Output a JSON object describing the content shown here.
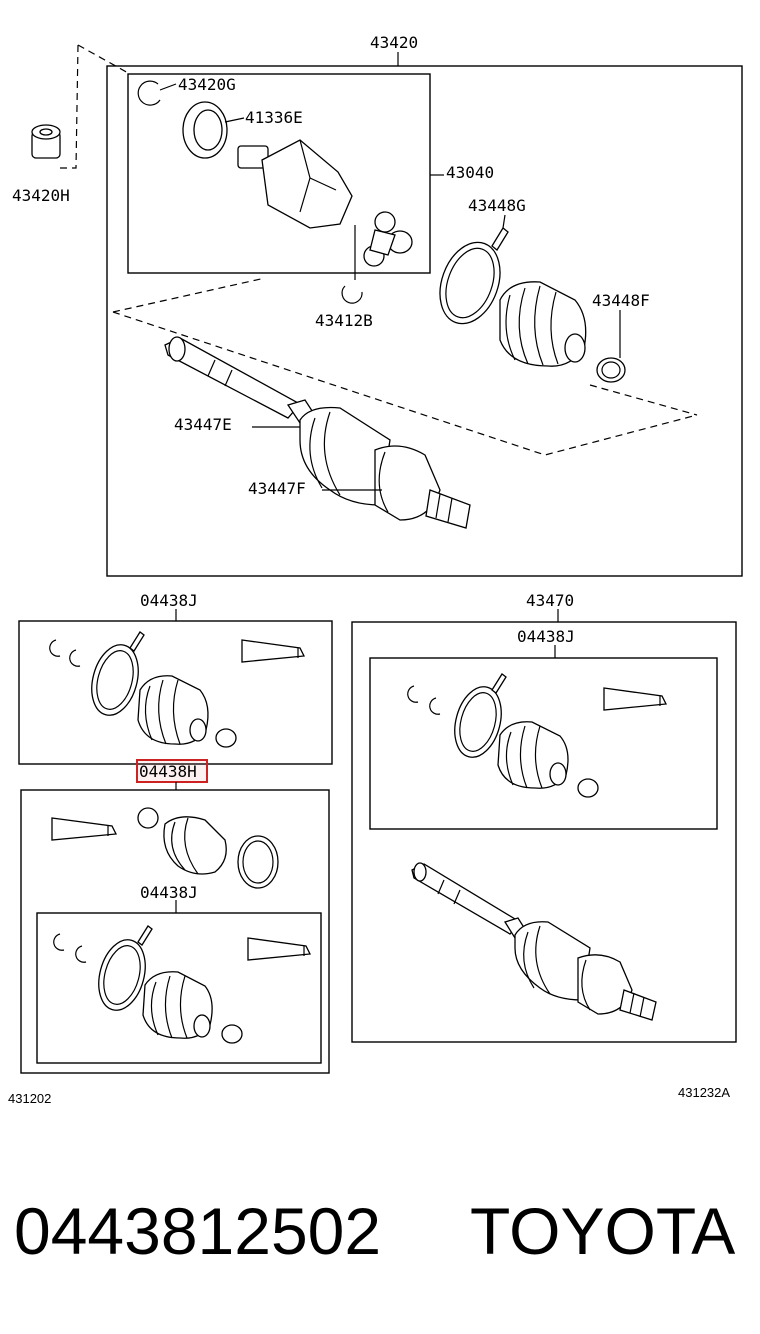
{
  "labels": {
    "assy_top": "43420",
    "snap_ring_g": "43420G",
    "seal_e": "41336E",
    "inboard_joint": "43040",
    "clamp_g": "43448G",
    "clamp_f": "43448F",
    "snap_ring_b": "43412B",
    "boot_clamp_e": "43447E",
    "boot_clamp_f": "43447F",
    "bearing_h": "43420H",
    "kit_j_1": "04438J",
    "kit_h": "04438H",
    "kit_j_2": "04438J",
    "assy_right": "43470",
    "kit_j_3": "04438J",
    "ref_left": "431202",
    "ref_right": "431232A"
  },
  "footer": {
    "part_number": "0443812502",
    "brand": "TOYOTA"
  },
  "highlight_color": "#cc2222"
}
